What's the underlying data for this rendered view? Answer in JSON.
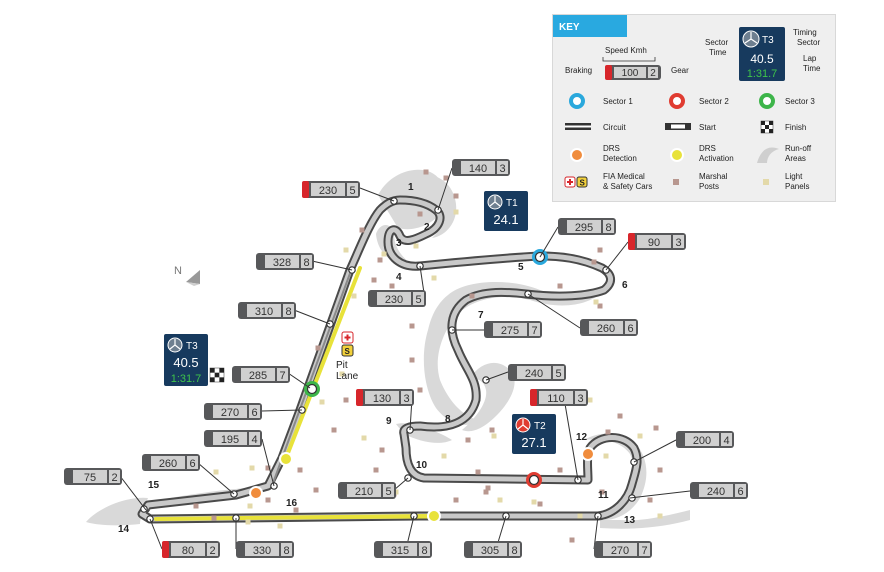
{
  "compass": "N",
  "pit_lane_label": "Pit\nLane",
  "turns": [
    "1",
    "2",
    "3",
    "4",
    "5",
    "6",
    "7",
    "8",
    "9",
    "10",
    "11",
    "12",
    "13",
    "14",
    "15",
    "16"
  ],
  "speed_boxes": [
    {
      "speed": "230",
      "gear": "5"
    },
    {
      "speed": "140",
      "gear": "3"
    },
    {
      "speed": "328",
      "gear": "8"
    },
    {
      "speed": "295",
      "gear": "8"
    },
    {
      "speed": "90",
      "gear": "3"
    },
    {
      "speed": "230",
      "gear": "5"
    },
    {
      "speed": "310",
      "gear": "8"
    },
    {
      "speed": "275",
      "gear": "7"
    },
    {
      "speed": "260",
      "gear": "6"
    },
    {
      "speed": "285",
      "gear": "7"
    },
    {
      "speed": "240",
      "gear": "5"
    },
    {
      "speed": "130",
      "gear": "3"
    },
    {
      "speed": "110",
      "gear": "3"
    },
    {
      "speed": "270",
      "gear": "6"
    },
    {
      "speed": "195",
      "gear": "4"
    },
    {
      "speed": "200",
      "gear": "4"
    },
    {
      "speed": "260",
      "gear": "6"
    },
    {
      "speed": "210",
      "gear": "5"
    },
    {
      "speed": "240",
      "gear": "6"
    },
    {
      "speed": "75",
      "gear": "2"
    },
    {
      "speed": "80",
      "gear": "2"
    },
    {
      "speed": "330",
      "gear": "8"
    },
    {
      "speed": "315",
      "gear": "8"
    },
    {
      "speed": "305",
      "gear": "8"
    },
    {
      "speed": "270",
      "gear": "7"
    }
  ],
  "timing_boxes": [
    {
      "sector": "T1",
      "sector_time": "24.1",
      "lap_time": ""
    },
    {
      "sector": "T2",
      "sector_time": "27.1",
      "lap_time": ""
    },
    {
      "sector": "T3",
      "sector_time": "40.5",
      "lap_time": "1:31.7"
    }
  ],
  "key": {
    "title": "KEY",
    "speed_label": "Speed Kmh",
    "braking_label": "Braking",
    "gear_label": "Gear",
    "sample_speed": "100",
    "sample_gear": "2",
    "sector_time_label": "Sector\nTime",
    "timing_sector_label": "Timing\nSector",
    "lap_time_label": "Lap\nTime",
    "sample_sector": "T3",
    "sample_sector_time": "40.5",
    "sample_lap_time": "1:31.7",
    "sector1": "Sector 1",
    "sector2": "Sector 2",
    "sector3": "Sector 3",
    "circuit": "Circuit",
    "start": "Start",
    "finish": "Finish",
    "drs_detection": "DRS\nDetection",
    "drs_activation": "DRS\nActivation",
    "runoff": "Run-off\nAreas",
    "medical": "FIA Medical\n& Safety Cars",
    "marshal": "Marshal\nPosts",
    "light": "Light\nPanels"
  },
  "colors": {
    "track": "#7a7a7a",
    "runoff": "#d9d9d9",
    "drs": "#e8e23a",
    "sector1": "#2aa8dc",
    "sector2": "#e03c31",
    "sector3": "#3db54a",
    "drs_detection": "#f08c3c",
    "box_dark": "#57585a",
    "brake_red": "#d7262b",
    "timing_bg": "#173a5e",
    "timing_green": "#3ec44a",
    "key_header": "#29a9e0",
    "marshal": "#b8978f",
    "light_panel": "#e3d9a9"
  }
}
